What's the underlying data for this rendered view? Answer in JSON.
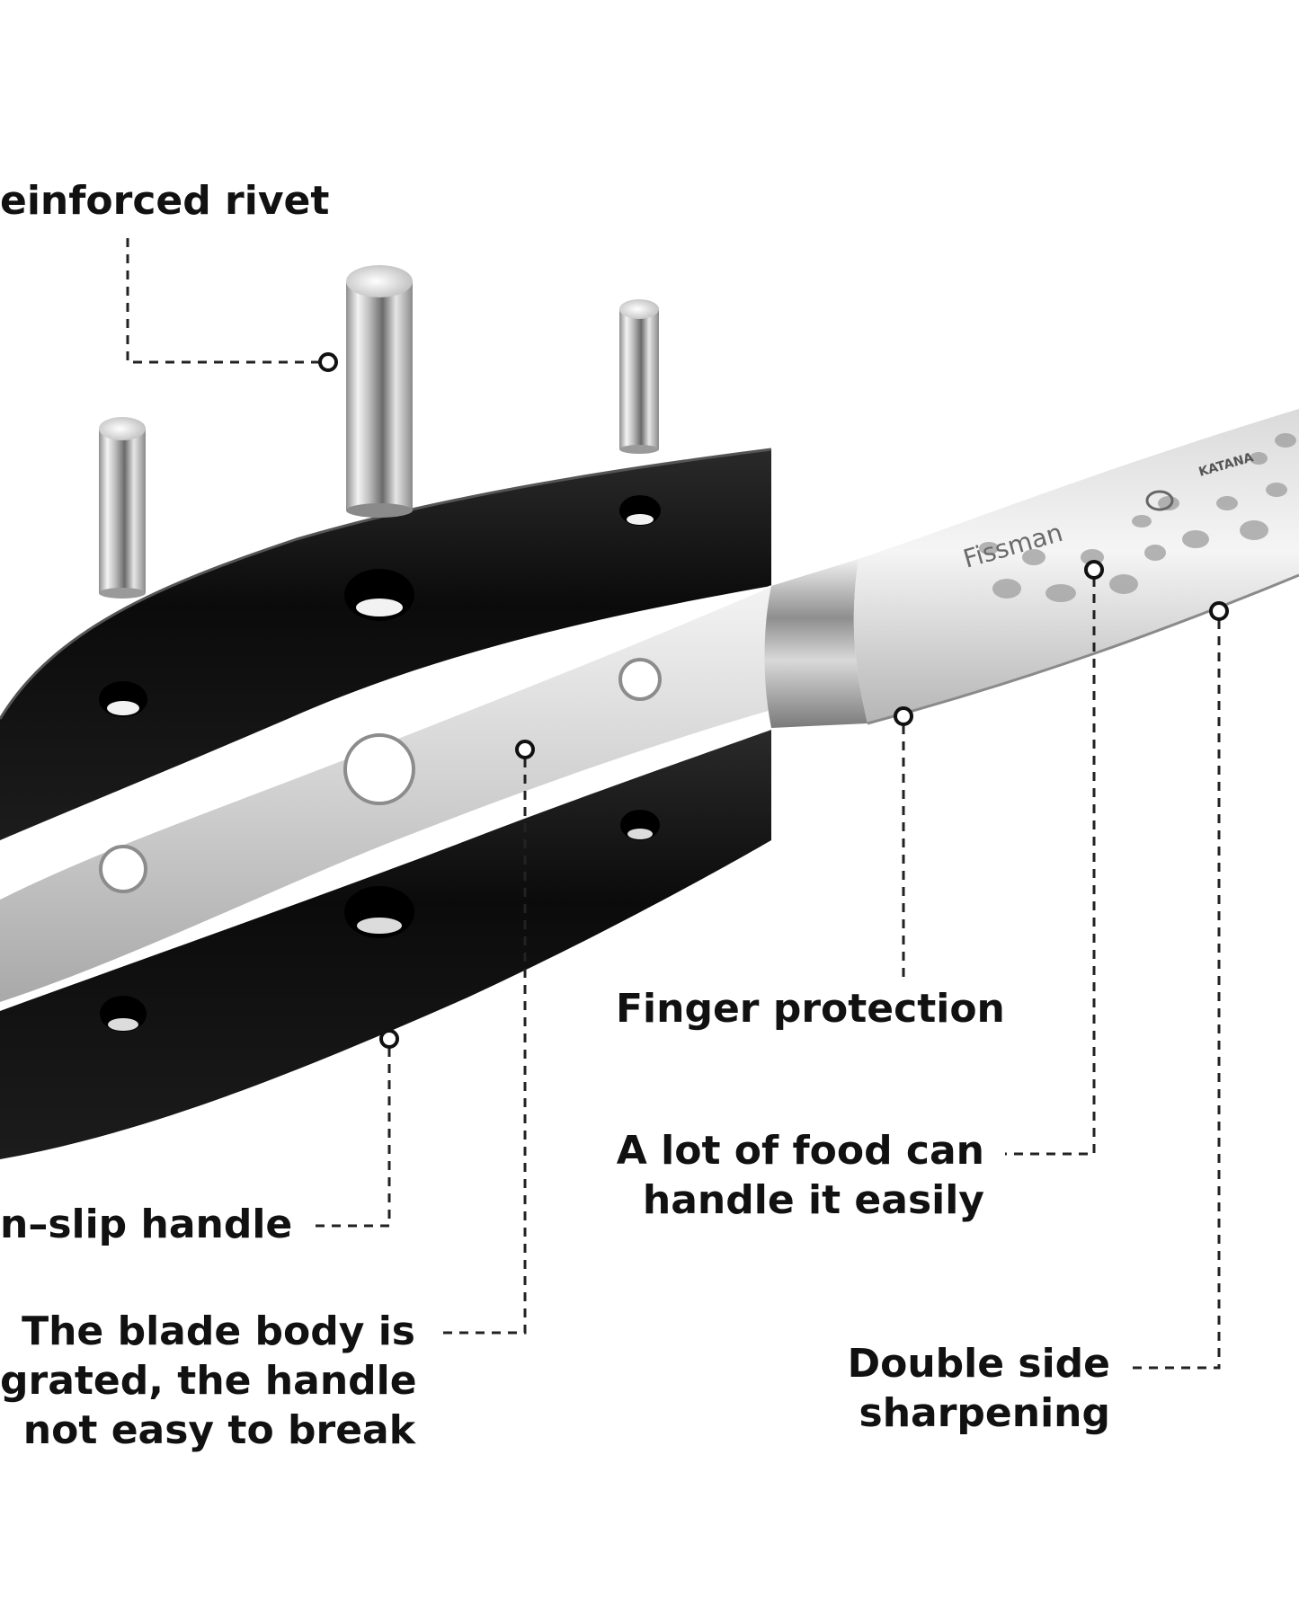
{
  "colors": {
    "text": "#111111",
    "leader": "#222222",
    "handle": "#0d0d0d",
    "steel_light": "#eeeeee",
    "steel_dark": "#9a9a9a"
  },
  "labels": {
    "rivet": "einforced rivet",
    "finger": "Finger protection",
    "food": [
      "A lot of food can",
      "handle it easily"
    ],
    "handle": "n–slip handle",
    "blade_body": [
      "The blade body is",
      "grated, the handle",
      "not easy to break"
    ],
    "double": [
      "Double side",
      "sharpening"
    ]
  },
  "branding": {
    "logo_text": "Fissman",
    "blade_etching": "KATANA"
  },
  "icons": [
    "callout-dot-icon"
  ]
}
